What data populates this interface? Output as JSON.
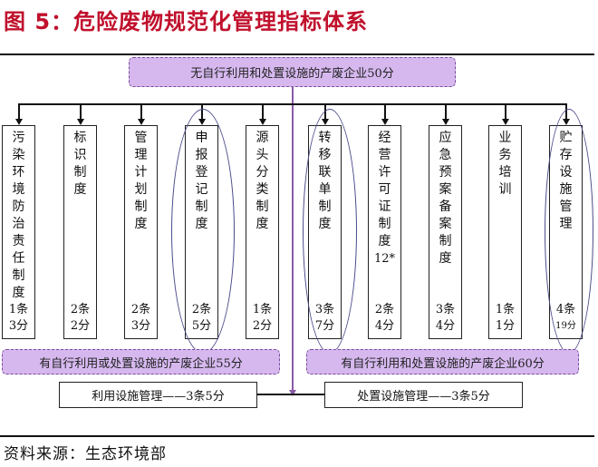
{
  "title": "图 5：危险废物规范化管理指标体系",
  "top_box": "无自行利用和处置设施的产废企业50分",
  "items": [
    {
      "name": "污染环境防治责任制度",
      "note": "",
      "count": "1条",
      "score": "3分",
      "circled": false
    },
    {
      "name": "标识制度",
      "note": "",
      "count": "2条",
      "score": "2分",
      "circled": false
    },
    {
      "name": "管理计划制度",
      "note": "",
      "count": "2条",
      "score": "3分",
      "circled": false
    },
    {
      "name": "申报登记制度",
      "note": "",
      "count": "2条",
      "score": "5分",
      "circled": true
    },
    {
      "name": "源头分类制度",
      "note": "",
      "count": "1条",
      "score": "2分",
      "circled": false
    },
    {
      "name": "转移联单制度",
      "note": "",
      "count": "3条",
      "score": "7分",
      "circled": true
    },
    {
      "name": "经营许可证制度",
      "note": "12*",
      "count": "2条",
      "score": "4分",
      "circled": false
    },
    {
      "name": "应急预案备案制度",
      "note": "",
      "count": "3条",
      "score": "4分",
      "circled": false
    },
    {
      "name": "业务培训",
      "note": "",
      "count": "1条",
      "score": "1分",
      "circled": false
    },
    {
      "name": "贮存设施管理",
      "note": "",
      "count": "4条",
      "score": "19分",
      "circled": true
    }
  ],
  "left_purple": "有自行利用或处置设施的产废企业55分",
  "right_purple": "有自行利用和处置设施的产废企业60分",
  "left_bottom": "利用设施管理——3条5分",
  "right_bottom": "处置设施管理——3条5分",
  "source": "资料来源：生态环境部"
}
